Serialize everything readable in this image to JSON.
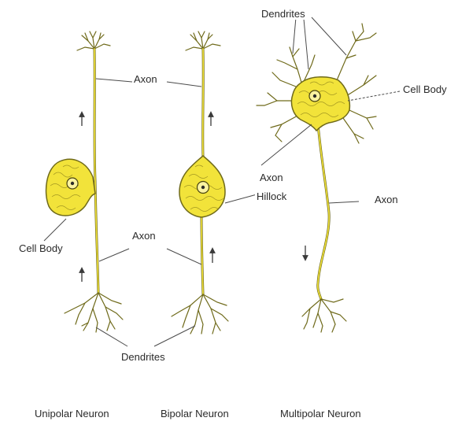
{
  "labels": {
    "dendrites_top": "Dendrites",
    "axon_unipolar": "Axon",
    "axon_bipolar": "Axon",
    "cell_body_right": "Cell Body",
    "axon_hillock_line1": "Axon",
    "axon_hillock_line2": "Hillock",
    "axon_multipolar": "Axon",
    "cell_body_left": "Cell Body",
    "dendrites_bottom": "Dendrites"
  },
  "captions": {
    "unipolar": "Unipolar Neuron",
    "bipolar": "Bipolar Neuron",
    "multipolar": "Multipolar Neuron"
  },
  "colors": {
    "cell_fill": "#f2e33a",
    "outline": "#6f6a1a",
    "ink": "#2a2a2a"
  }
}
